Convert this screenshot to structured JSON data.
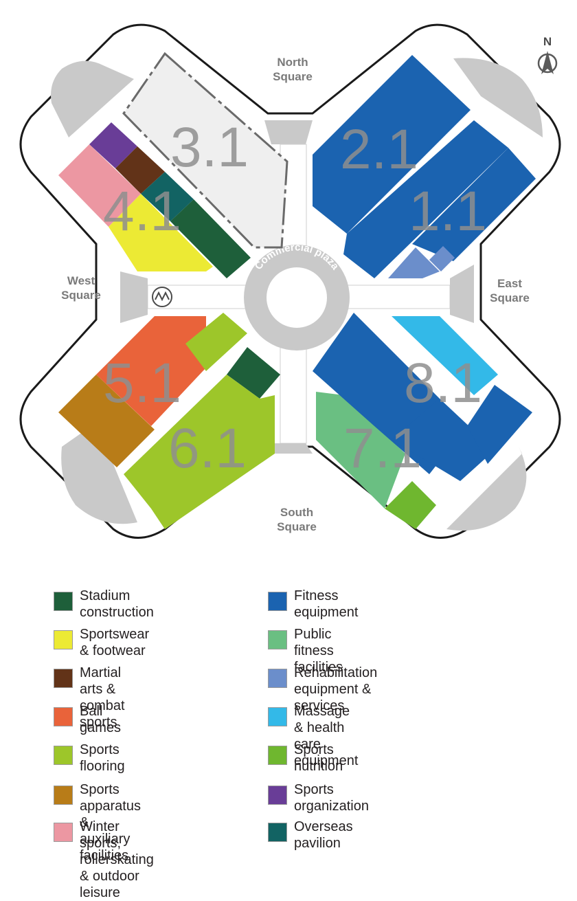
{
  "compass": {
    "label": "N"
  },
  "squares": {
    "north": "North\nSquare",
    "east": "East\nSquare",
    "south": "South\nSquare",
    "west": "West\nSquare"
  },
  "plaza": {
    "label": "Commercial plaza"
  },
  "halls": [
    "3.1",
    "2.1",
    "1.1",
    "4.1",
    "5.1",
    "6.1",
    "7.1",
    "8.1"
  ],
  "colors": {
    "stadium": "#1e5f3a",
    "sportswear": "#ecea34",
    "martial": "#623318",
    "ballgames": "#e9633a",
    "flooring": "#9dc62a",
    "apparatus": "#b87c18",
    "winter": "#ec97a2",
    "fitness": "#1b63b0",
    "public": "#6abf82",
    "rehab": "#6b8ecb",
    "massage": "#33b9e8",
    "nutrition": "#6fb72f",
    "organization": "#693d97",
    "overseas": "#126363",
    "hall_empty": "#efefef",
    "corridor": "#c9c9c9"
  },
  "legend": {
    "left": [
      {
        "label": "Stadium construction",
        "color": "#1e5f3a"
      },
      {
        "label": "Sportswear & footwear",
        "color": "#ecea34"
      },
      {
        "label": "Martial arts & combat sports",
        "color": "#623318"
      },
      {
        "label": "Ball games",
        "color": "#e9633a"
      },
      {
        "label": "Sports flooring",
        "color": "#9dc62a"
      },
      {
        "label": "Sports apparatus\n& auxiliary facilities",
        "color": "#b87c18"
      },
      {
        "label": "Winter sports, rollerskating\n& outdoor leisure",
        "color": "#ec97a2"
      }
    ],
    "right": [
      {
        "label": "Fitness equipment",
        "color": "#1b63b0"
      },
      {
        "label": "Public fitness facilities",
        "color": "#6abf82"
      },
      {
        "label": "Rehabilitation equipment & services",
        "color": "#6b8ecb"
      },
      {
        "label": "Massage & health care equipment",
        "color": "#33b9e8"
      },
      {
        "label": "Sports nutrition",
        "color": "#6fb72f"
      },
      {
        "label": "Sports organization",
        "color": "#693d97"
      },
      {
        "label": "Overseas pavilion",
        "color": "#126363"
      }
    ]
  }
}
